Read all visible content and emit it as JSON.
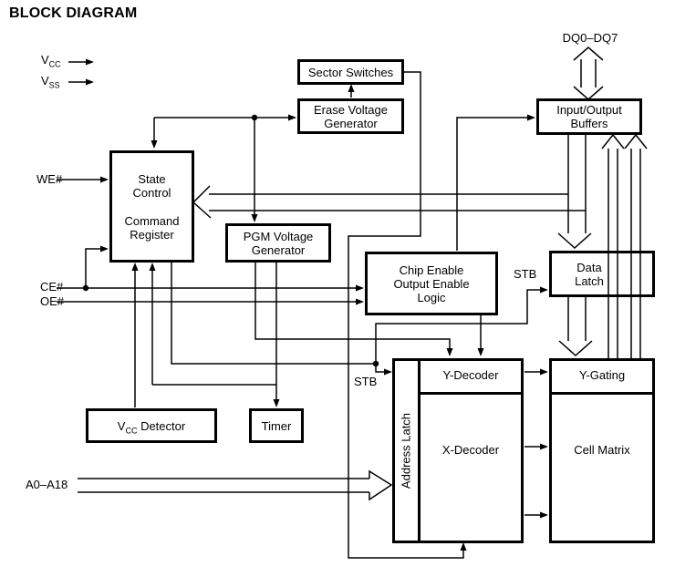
{
  "title": "BLOCK DIAGRAM",
  "signals": {
    "vcc_base": "V",
    "vcc_sub": "CC",
    "vss_base": "V",
    "vss_sub": "SS",
    "we": "WE#",
    "ce": "CE#",
    "oe": "OE#",
    "addr_bus": "A0–A18",
    "data_bus": "DQ0–DQ7",
    "stb_data_latch": "STB",
    "stb_addr_latch": "STB"
  },
  "blocks": {
    "sector_switches": [
      "Sector Switches"
    ],
    "erase_voltage_generator": [
      "Erase Voltage",
      "Generator"
    ],
    "io_buffers": [
      "Input/Output",
      "Buffers"
    ],
    "state_control": [
      "State",
      "Control"
    ],
    "command_register": [
      "Command",
      "Register"
    ],
    "pgm_voltage_generator": [
      "PGM Voltage",
      "Generator"
    ],
    "chip_enable_logic": [
      "Chip Enable",
      "Output Enable",
      "Logic"
    ],
    "data_latch": [
      "Data",
      "Latch"
    ],
    "vcc_detector_base": "V",
    "vcc_detector_sub": "CC",
    "vcc_detector_rest": " Detector",
    "timer": "Timer",
    "address_latch": "Address Latch",
    "y_decoder": "Y-Decoder",
    "x_decoder": "X-Decoder",
    "y_gating": "Y-Gating",
    "cell_matrix": "Cell Matrix"
  }
}
